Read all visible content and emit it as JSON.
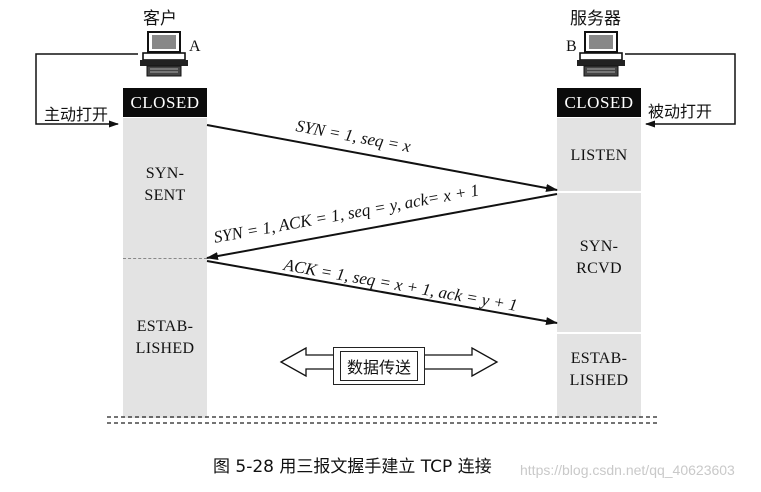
{
  "client": {
    "title": "客户",
    "host_label": "A",
    "open_label": "主动打开",
    "closed": "CLOSED"
  },
  "server": {
    "title": "服务器",
    "host_label": "B",
    "open_label": "被动打开",
    "closed": "CLOSED"
  },
  "client_states": [
    "SYN-\nSENT",
    "ESTAB-\nLISHED"
  ],
  "server_states": [
    "LISTEN",
    "SYN-\nRCVD",
    "ESTAB-\nLISHED"
  ],
  "messages": {
    "m1": "SYN = 1, seq = x",
    "m2": "SYN = 1, ACK = 1, seq = y, ack= x + 1",
    "m3": "ACK = 1, seq = x + 1, ack = y + 1"
  },
  "transfer": "数据传送",
  "caption": "图 5-28  用三报文握手建立 TCP 连接",
  "watermark": "https://blog.csdn.net/qq_40623603"
}
